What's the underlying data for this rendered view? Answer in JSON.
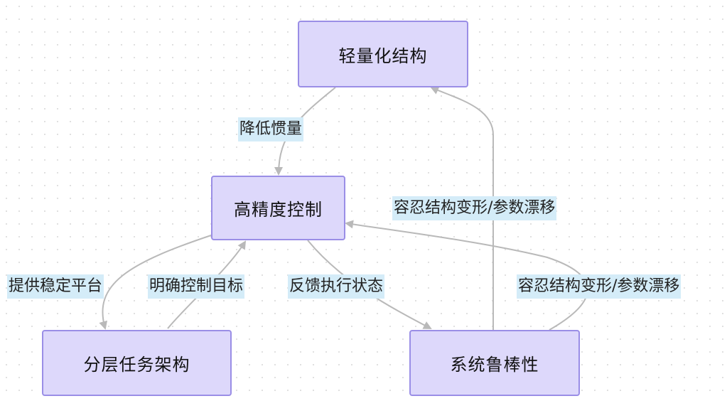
{
  "diagram": {
    "nodes": {
      "lightweight": "轻量化结构",
      "precision": "高精度控制",
      "hierarchy": "分层任务架构",
      "robustness": "系统鲁棒性"
    },
    "edges": {
      "lightweight_to_precision": "降低惯量",
      "precision_to_hierarchy": "提供稳定平台",
      "hierarchy_to_precision": "明确控制目标",
      "precision_to_robustness": "反馈执行状态",
      "robustness_to_lightweight": "容忍结构变形/参数漂移",
      "robustness_to_precision": "容忍结构变形/参数漂移"
    },
    "colors": {
      "node_fill": "#ddd8fb",
      "node_border": "#9a8ee6",
      "edge_line": "#b9b9b9",
      "label_bg": "#d4ecf8"
    }
  }
}
